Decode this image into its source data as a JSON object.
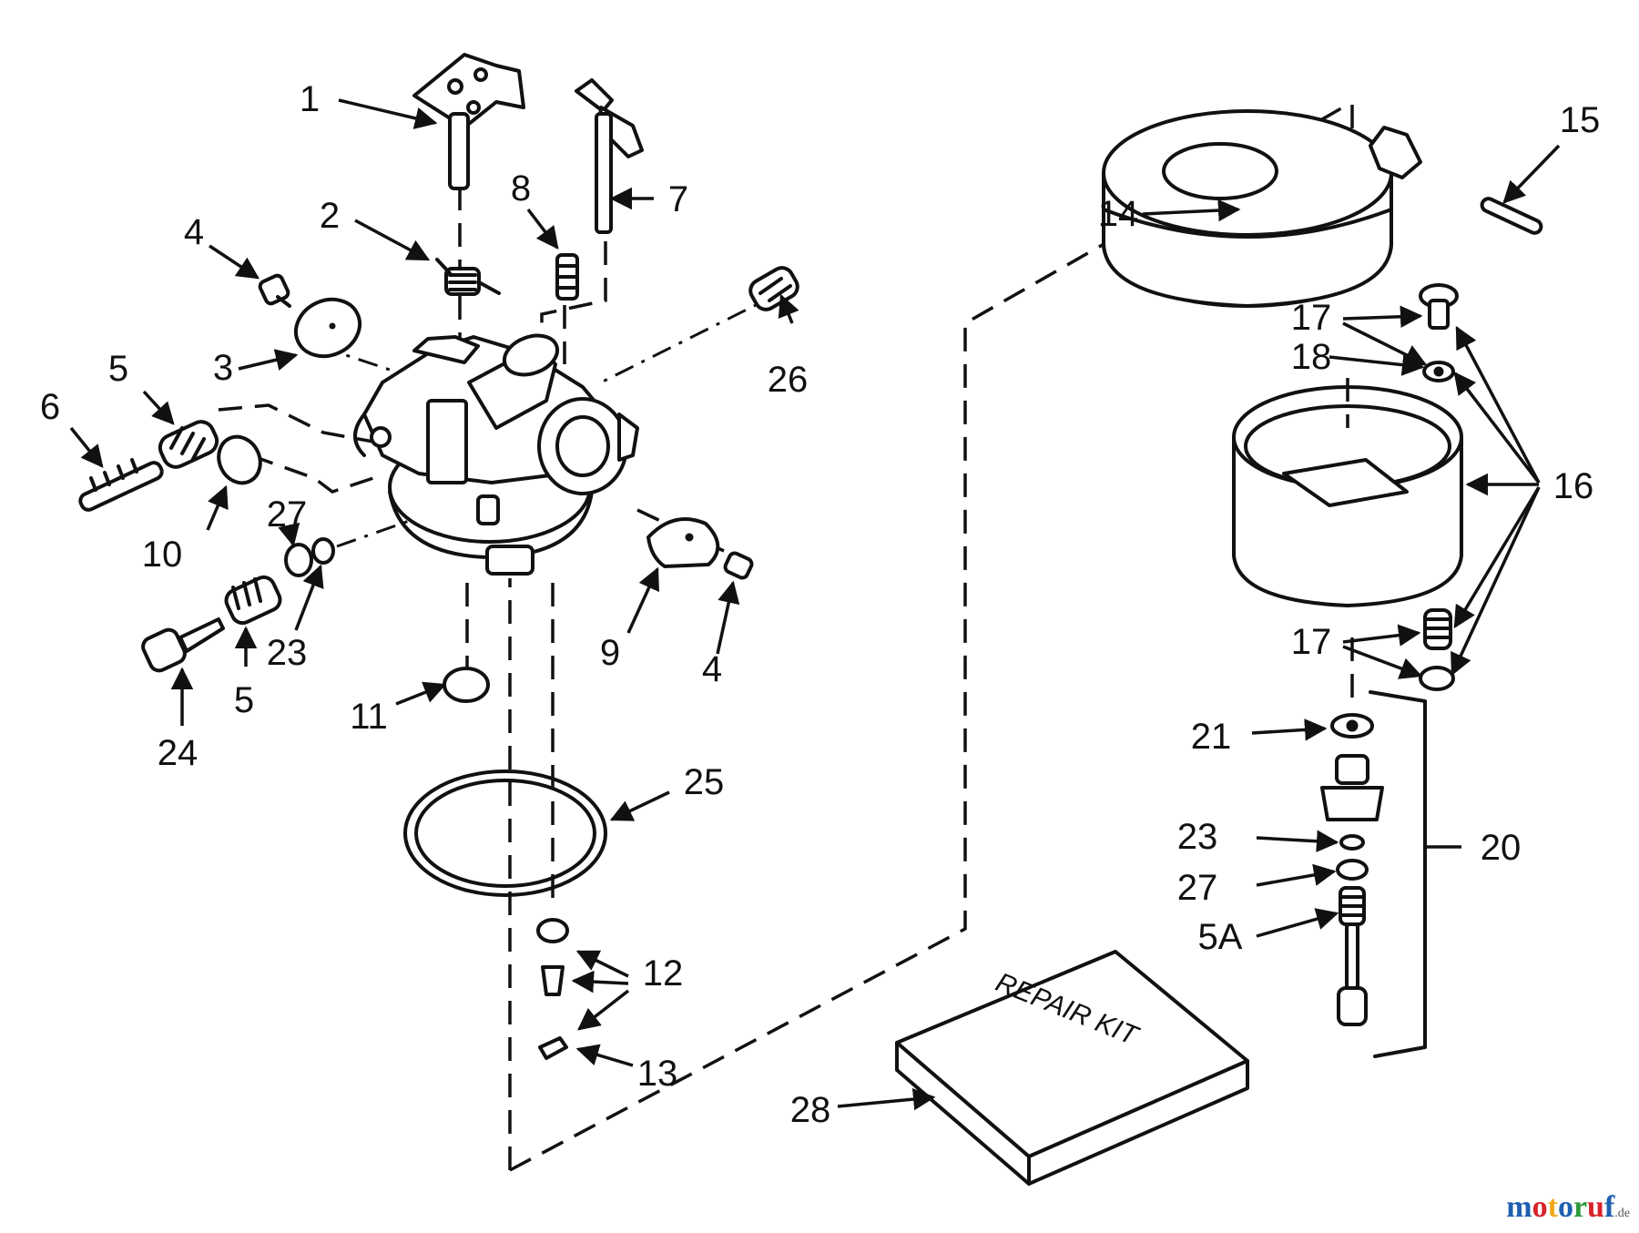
{
  "diagram": {
    "callouts": [
      {
        "id": "1",
        "label": "1"
      },
      {
        "id": "2",
        "label": "2"
      },
      {
        "id": "3",
        "label": "3"
      },
      {
        "id": "4a",
        "label": "4"
      },
      {
        "id": "4b",
        "label": "4"
      },
      {
        "id": "5a",
        "label": "5"
      },
      {
        "id": "5b",
        "label": "5"
      },
      {
        "id": "5A",
        "label": "5A"
      },
      {
        "id": "6",
        "label": "6"
      },
      {
        "id": "7",
        "label": "7"
      },
      {
        "id": "8",
        "label": "8"
      },
      {
        "id": "9",
        "label": "9"
      },
      {
        "id": "10",
        "label": "10"
      },
      {
        "id": "11",
        "label": "11"
      },
      {
        "id": "12",
        "label": "12"
      },
      {
        "id": "13",
        "label": "13"
      },
      {
        "id": "14",
        "label": "14"
      },
      {
        "id": "15",
        "label": "15"
      },
      {
        "id": "16",
        "label": "16"
      },
      {
        "id": "17a",
        "label": "17"
      },
      {
        "id": "17b",
        "label": "17"
      },
      {
        "id": "18",
        "label": "18"
      },
      {
        "id": "20",
        "label": "20"
      },
      {
        "id": "21",
        "label": "21"
      },
      {
        "id": "23a",
        "label": "23"
      },
      {
        "id": "23b",
        "label": "23"
      },
      {
        "id": "24",
        "label": "24"
      },
      {
        "id": "25",
        "label": "25"
      },
      {
        "id": "26",
        "label": "26"
      },
      {
        "id": "27a",
        "label": "27"
      },
      {
        "id": "27b",
        "label": "27"
      },
      {
        "id": "28",
        "label": "28"
      }
    ],
    "repair_kit_label": "REPAIR KIT"
  },
  "watermark": {
    "name": "motoruf",
    "tld": ".de",
    "colors": [
      "#1f5fb0",
      "#d8232a",
      "#f3a81c",
      "#1f5fb0",
      "#2c9a3c",
      "#d8232a",
      "#1f5fb0"
    ]
  }
}
